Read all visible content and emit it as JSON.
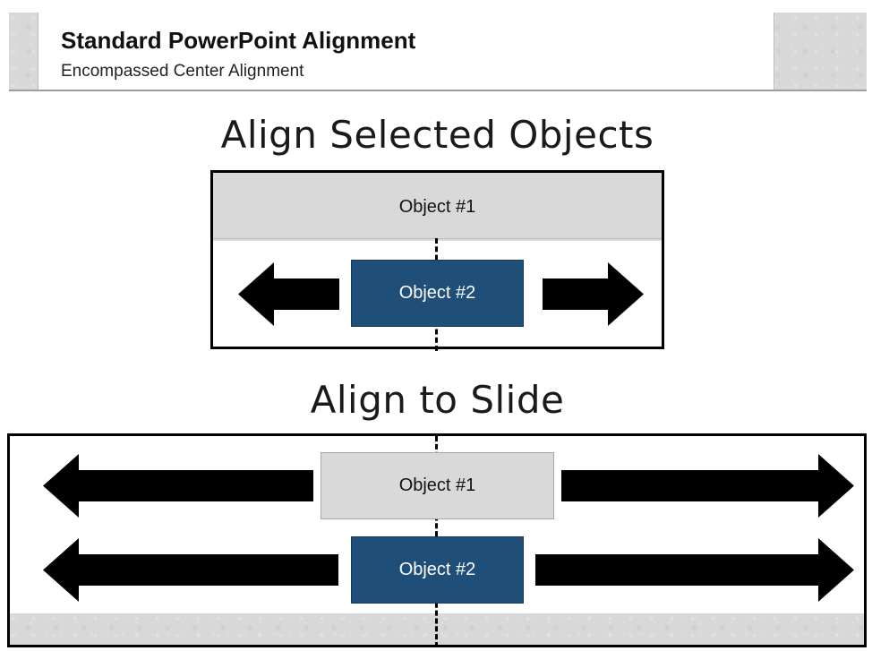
{
  "header": {
    "title": "Standard PowerPoint Alignment",
    "subtitle": "Encompassed Center Alignment"
  },
  "section_selected": {
    "title": "Align Selected Objects",
    "object1_label": "Object #1",
    "object2_label": "Object #2"
  },
  "section_slide": {
    "title": "Align to Slide",
    "object1_label": "Object #1",
    "object2_label": "Object #2"
  },
  "colors": {
    "object_gray": "#d9d9d9",
    "object_blue": "#1f4e79",
    "arrow": "#000000",
    "texture": "#d8d8d8"
  },
  "icons": [
    "arrow-left-icon",
    "arrow-right-icon",
    "center-guide-line"
  ]
}
